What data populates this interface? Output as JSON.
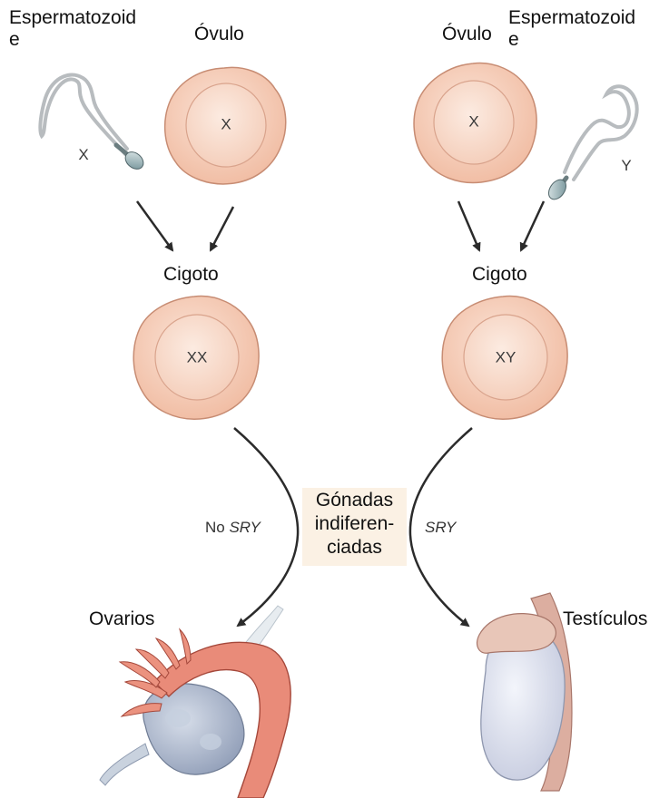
{
  "left_branch": {
    "sperm_label_line1": "Espermatozoid",
    "sperm_label_line2": "e",
    "egg_label": "Óvulo",
    "sperm_chromosome": "X",
    "egg_chromosome": "X",
    "zygote_label": "Cigoto",
    "zygote_chromosomes": "XX",
    "signal_prefix": "No",
    "signal_gene": "SRY",
    "outcome_label": "Ovarios"
  },
  "right_branch": {
    "egg_label": "Óvulo",
    "sperm_label_line1": "Espermatozoid",
    "sperm_label_line2": "e",
    "egg_chromosome": "X",
    "sperm_chromosome": "Y",
    "zygote_label": "Cigoto",
    "zygote_chromosomes": "XY",
    "signal_gene": "SRY",
    "outcome_label": "Testículos"
  },
  "center": {
    "line1": "Gónadas",
    "line2": "indiferen-",
    "line3": "ciadas"
  },
  "colors": {
    "cell_outer": "#f3c5ae",
    "cell_inner": "#f8dccd",
    "cell_edge": "#c78c73",
    "arrow": "#2b2b2b",
    "ovary_tube": "#e88a7a",
    "ovary_body": "#b8c3d6",
    "testis_body": "#dfe3f0",
    "epididymis": "#d9a898",
    "box_fill": "#fbf1e4"
  }
}
